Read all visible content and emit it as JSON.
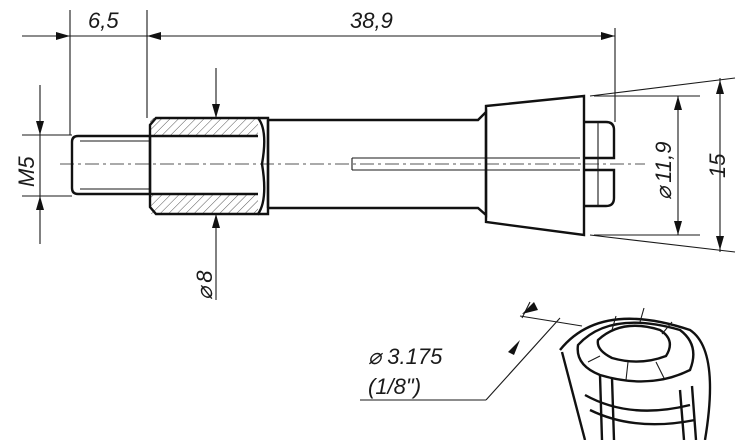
{
  "dimensions": {
    "length_short": "6,5",
    "length_long": "38,9",
    "thread": "M5",
    "diameter_small": "8",
    "diameter_mid": "11,9",
    "diameter_large": "15",
    "bore_metric": "3.175",
    "bore_imperial": "(1/8\")"
  },
  "symbols": {
    "diameter": "⌀"
  },
  "colors": {
    "ink": "#111111",
    "hatch": "#555555",
    "background": "#ffffff"
  }
}
